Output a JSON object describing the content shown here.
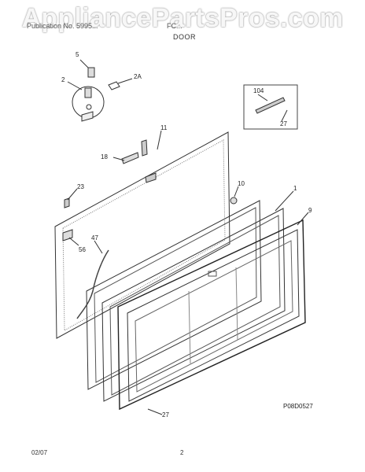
{
  "header": {
    "watermark": "AppliancePartsPros.com",
    "left_text": "Publication No. 5995...",
    "model": "FC...",
    "section": "DOOR"
  },
  "diagram": {
    "callouts": [
      "5",
      "2",
      "2A",
      "104",
      "27",
      "11",
      "18",
      "10",
      "1",
      "23",
      "9",
      "47",
      "56",
      "27"
    ],
    "part_code": "P08D0527"
  },
  "footer": {
    "date": "02/07",
    "page": "2"
  }
}
